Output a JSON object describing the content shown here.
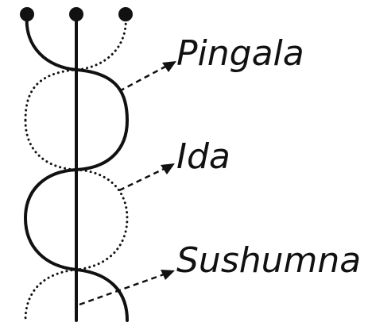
{
  "labels": {
    "pingala": "Pingala",
    "ida": "Ida",
    "sushumna": "Sushumna"
  },
  "colors": {
    "line": "#111111",
    "background": "#ffffff"
  }
}
